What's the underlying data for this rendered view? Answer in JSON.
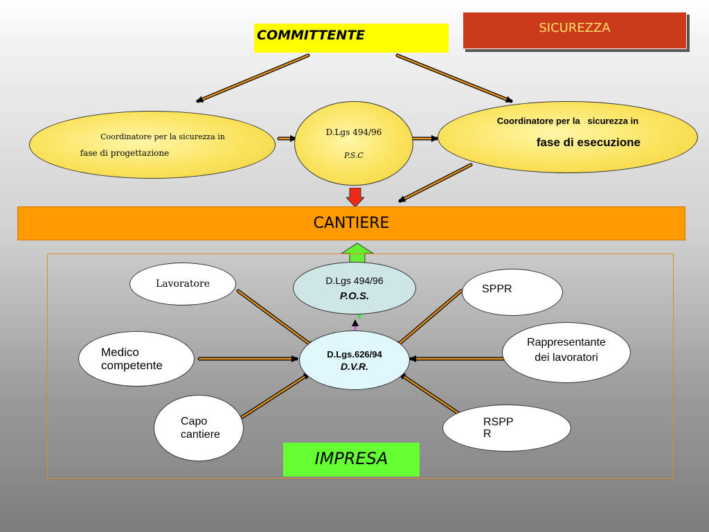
{
  "sicurezza": "SICUREZZA",
  "committente": "COMMITTENTE",
  "coordinatore_progettazione": {
    "line1": "Coordinatore per la sicurezza in",
    "line2": "fase di progettazione"
  },
  "psc": {
    "line1": "D.Lgs 494/96",
    "line2": "P.S.C"
  },
  "coordinatore_esecuzione": {
    "line1": "Coordinatore per la   sicurezza in",
    "line2": "fase di esecuzione"
  },
  "cantiere": "CANTIERE",
  "lavoratore": "Lavoratore",
  "pos": {
    "line1": "D.Lgs 494/96",
    "line2": "P.O.S."
  },
  "sppr": "SPPR",
  "dvr": {
    "line1": "D.Lgs.626/94",
    "line2": "D.V.R."
  },
  "medico": {
    "line1": "Medico",
    "line2": "competente"
  },
  "rappresentante": {
    "line1": "Rappresentante",
    "line2": "dei lavoratori"
  },
  "capo": {
    "line1": "Capo",
    "line2": "cantiere"
  },
  "rspp": {
    "line1": "RSPP",
    "line2": "R"
  },
  "impresa": "IMPRESA",
  "colors": {
    "committente_bg": "#ffff00",
    "sicurezza_bg": "#cc3a1c",
    "cantiere_bg": "#ff9b00",
    "impresa_bg": "#66ff33",
    "arrow_stroke": "#e8941a"
  }
}
